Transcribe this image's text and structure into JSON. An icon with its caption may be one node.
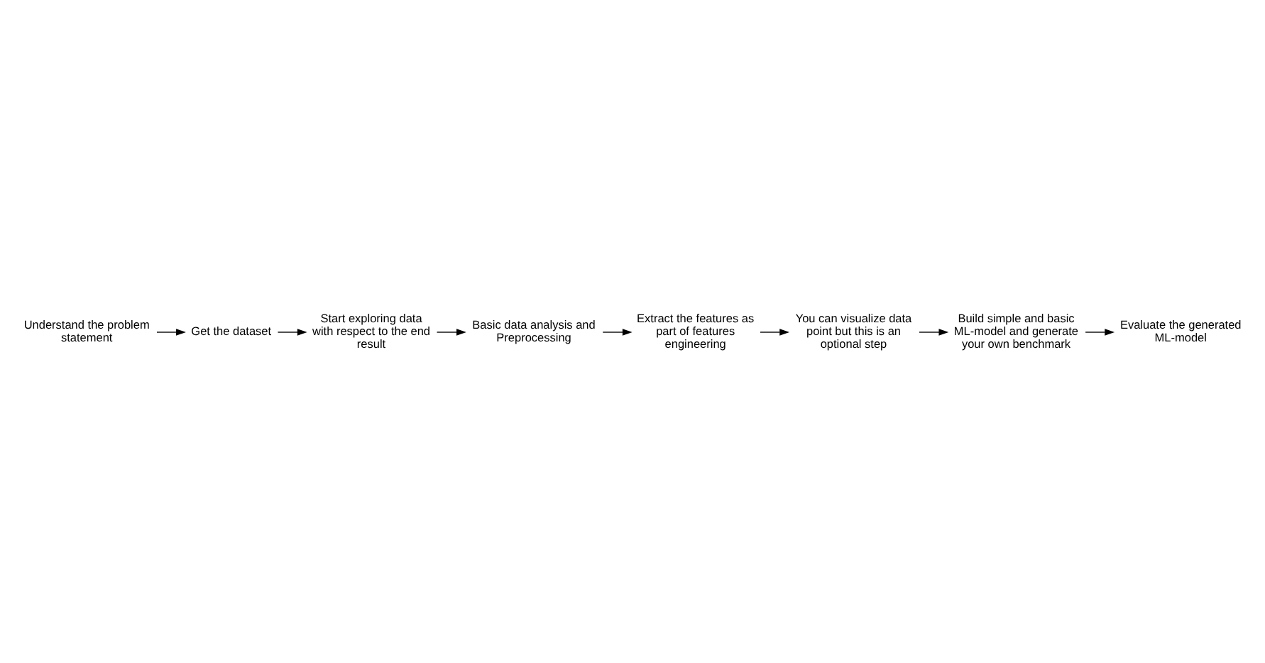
{
  "diagram": {
    "nodes": [
      {
        "text": [
          "Understand the problem statement"
        ]
      },
      {
        "text": [
          "Get the dataset"
        ]
      },
      {
        "text": [
          "Start exploring data with respect to the end result"
        ]
      },
      {
        "text": [
          "Basic data analysis and Preprocessing"
        ]
      },
      {
        "text": [
          "Extract the features as part of features engineering"
        ]
      },
      {
        "text": [
          "You can visualize data point but this is an optional step"
        ]
      },
      {
        "text": [
          "Build simple and basic ML-model and generate your own benchmark"
        ]
      },
      {
        "text": [
          "Evaluate the generated ML-model"
        ]
      }
    ],
    "edges": [
      {
        "from": 0,
        "to": 1,
        "arrow": "to"
      },
      {
        "from": 1,
        "to": 2,
        "arrow": "to"
      },
      {
        "from": 2,
        "to": 3,
        "arrow": "to"
      },
      {
        "from": 3,
        "to": 4,
        "arrow": "to"
      },
      {
        "from": 4,
        "to": 5,
        "arrow": "to"
      },
      {
        "from": 5,
        "to": 6,
        "arrow": "to"
      },
      {
        "from": 6,
        "to": 7,
        "arrow": "to"
      }
    ]
  }
}
